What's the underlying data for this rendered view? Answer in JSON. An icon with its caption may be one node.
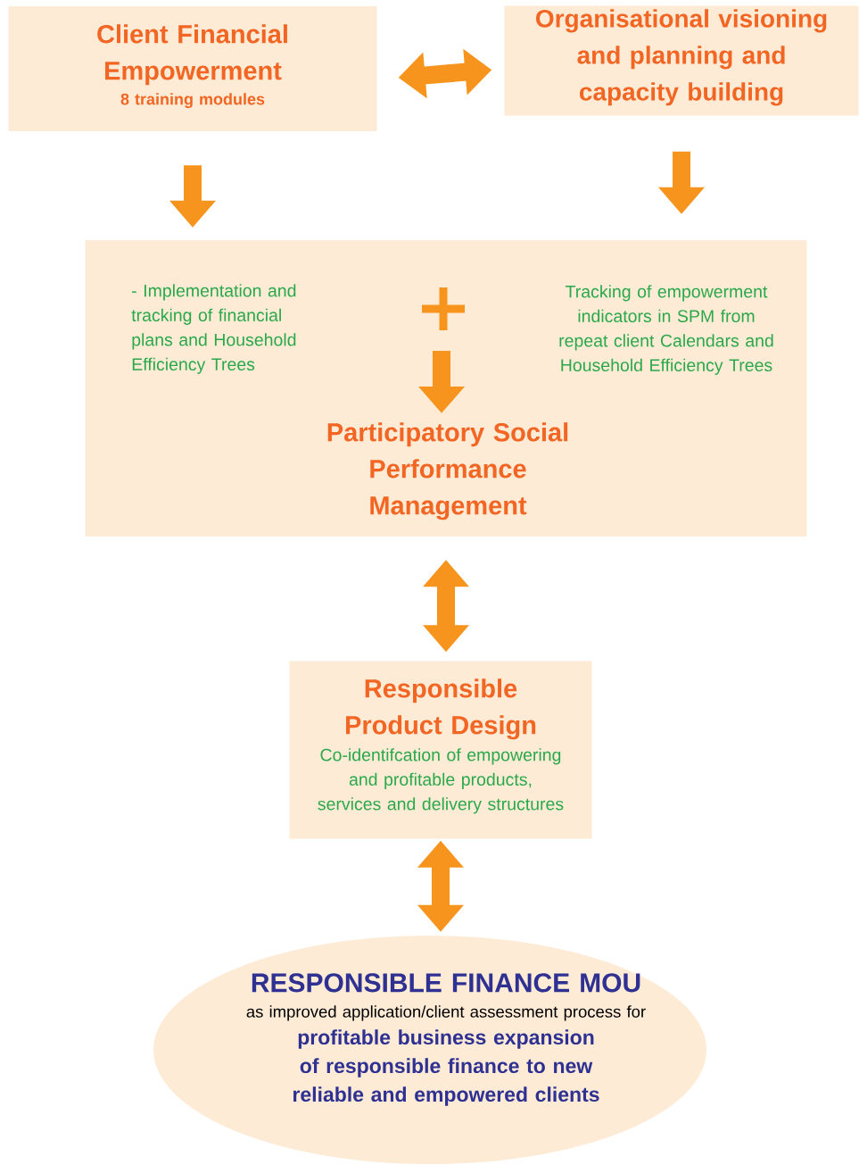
{
  "diagram": {
    "nodes": [
      {
        "text": [
          "Client Financial Empowerment",
          "8 training modules"
        ]
      },
      {
        "text": [
          "Organisational visioning and planning and capacity building"
        ]
      },
      {
        "text": [
          "- Implementation and tracking of financial plans and Household Efficiency Trees",
          "Tracking of empowerment indicators in SPM from repeat client  Calendars and Household Efficiency Trees",
          "Participatory Social Performance Management"
        ]
      },
      {
        "text": [
          "Responsible Product Design",
          "Co-identifcation of empowering and profitable products, services and delivery structures"
        ]
      },
      {
        "text": [
          "RESPONSIBLE FINANCE MOU",
          "as improved application/client assessment process for",
          "profitable business expansion of responsible finance to new reliable and empowered clients"
        ]
      }
    ],
    "edges": [
      {
        "from": 0,
        "to": 1,
        "arrow": "both"
      },
      {
        "from": 0,
        "to": 2,
        "arrow": "to"
      },
      {
        "from": 1,
        "to": 2,
        "arrow": "to"
      },
      {
        "from": 2,
        "to": 3,
        "arrow": "both"
      },
      {
        "from": 3,
        "to": 4,
        "arrow": "both"
      }
    ]
  }
}
